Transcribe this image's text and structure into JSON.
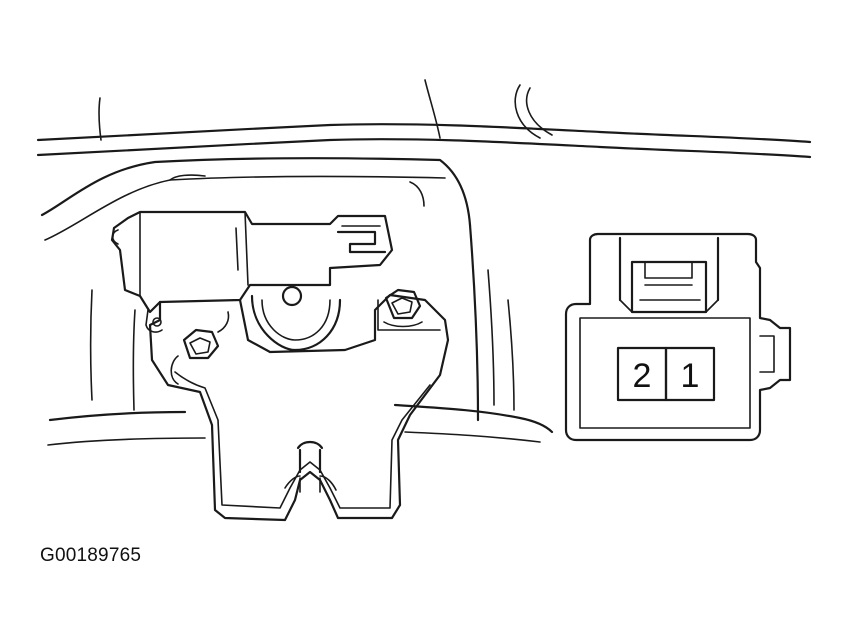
{
  "figure": {
    "id_label": "G00189765"
  },
  "connector": {
    "pins": [
      {
        "label": "2"
      },
      {
        "label": "1"
      }
    ]
  }
}
